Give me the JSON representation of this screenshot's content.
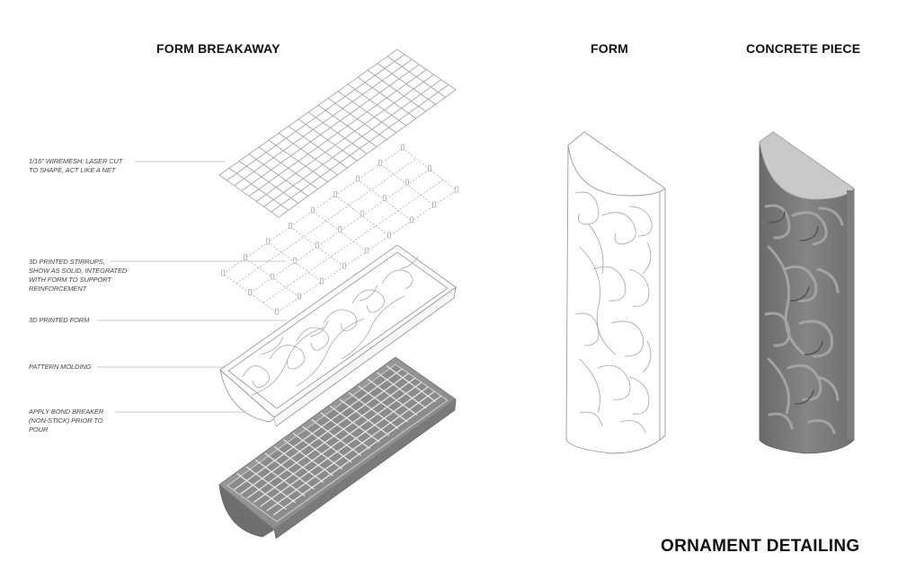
{
  "headings": {
    "form_breakaway": "FORM BREAKAWAY",
    "form": "FORM",
    "concrete_piece": "CONCRETE PIECE",
    "main_title": "ORNAMENT DETAILING"
  },
  "annotations": [
    {
      "lines": [
        "1/16\" WIREMESH: LASER CUT",
        "TO SHAPE, ACT LIKE A NET"
      ],
      "target": "wiremesh"
    },
    {
      "lines": [
        "3D PRINTED STIRRUPS,",
        "SHOW AS SOLID, INTEGRATED",
        "WITH FORM TO SUPPORT",
        "REINFORCEMENT"
      ],
      "target": "stirrups"
    },
    {
      "lines": [
        "3D PRINTED FORM"
      ],
      "target": "printed-form"
    },
    {
      "lines": [
        "PATTERN MOLDING"
      ],
      "target": "pattern-molding"
    },
    {
      "lines": [
        "APPLY BOND BREAKER",
        "(NON-STICK) PRIOR TO",
        "POUR"
      ],
      "target": "bond-breaker"
    }
  ],
  "colors": {
    "line": "#9a9a9a",
    "leader": "#b5b5b5",
    "concrete_dark": "#6e6e6e",
    "concrete_mid": "#8c8c8c",
    "concrete_light": "#c9c9c9"
  }
}
